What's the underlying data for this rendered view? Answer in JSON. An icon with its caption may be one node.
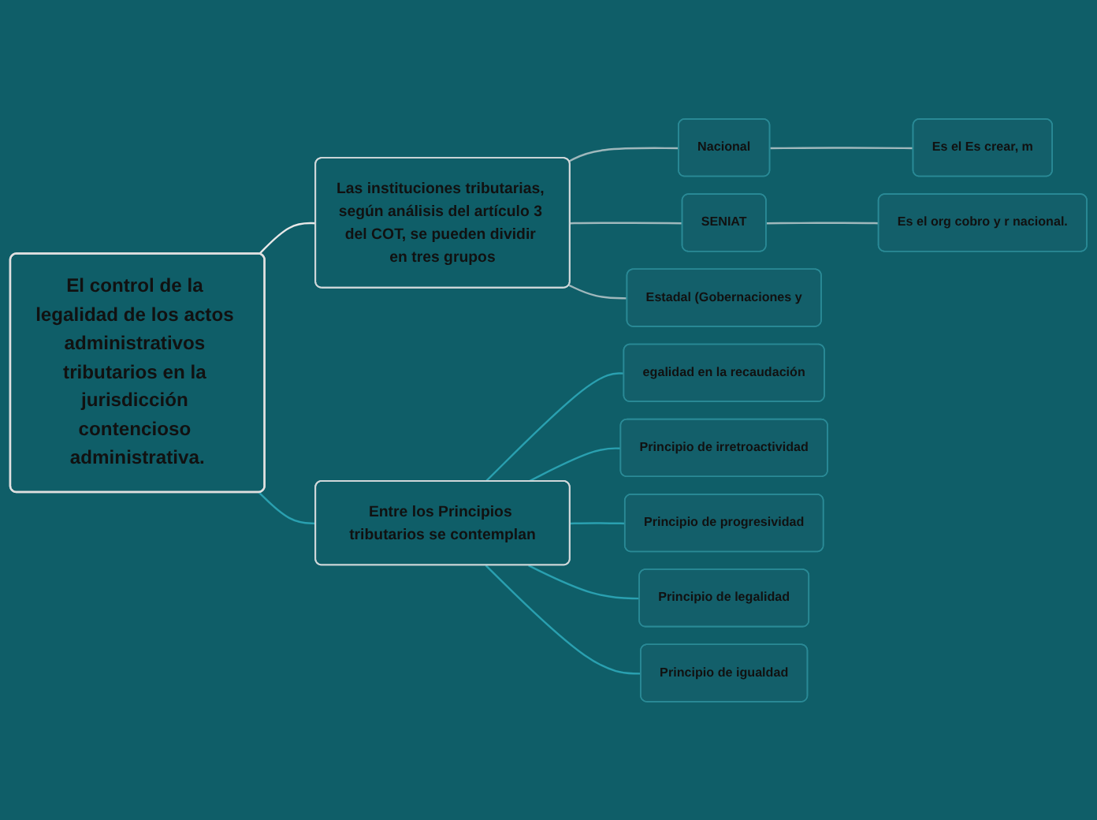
{
  "diagram": {
    "nodes": [
      {
        "text": [
          "El control de la legalidad de los actos administrativos tributarios en la jurisdicción contencioso administrativa."
        ]
      },
      {
        "text": [
          "Las instituciones tributarias, según análisis del artículo 3 del COT, se pueden dividir en tres grupos"
        ]
      },
      {
        "text": [
          "Nacional"
        ]
      },
      {
        "text": [
          "SENIAT"
        ]
      },
      {
        "text": [
          "Estadal (Gobernaciones y"
        ]
      },
      {
        "text": [
          "Es el Es crear, m"
        ]
      },
      {
        "text": [
          "Es el org cobro y r nacional."
        ]
      },
      {
        "text": [
          "Entre los Principios tributarios se contemplan"
        ]
      },
      {
        "text": [
          "egalidad en la recaudación"
        ]
      },
      {
        "text": [
          "Principio de irretroactividad"
        ]
      },
      {
        "text": [
          "Principio de progresividad"
        ]
      },
      {
        "text": [
          "Principio de legalidad"
        ]
      },
      {
        "text": [
          "Principio de igualdad"
        ]
      }
    ],
    "edges": [
      {
        "from": 0,
        "to": 1,
        "arrow": "none",
        "color": "#e8e8e8"
      },
      {
        "from": 1,
        "to": 2,
        "arrow": "none",
        "color": "#9fb8bc"
      },
      {
        "from": 1,
        "to": 3,
        "arrow": "none",
        "color": "#9fb8bc"
      },
      {
        "from": 1,
        "to": 4,
        "arrow": "none",
        "color": "#9fb8bc"
      },
      {
        "from": 2,
        "to": 5,
        "arrow": "none",
        "color": "#9fb8bc"
      },
      {
        "from": 3,
        "to": 6,
        "arrow": "none",
        "color": "#9fb8bc"
      },
      {
        "from": 0,
        "to": 7,
        "arrow": "none",
        "color": "#2aa0b0"
      },
      {
        "from": 7,
        "to": 8,
        "arrow": "none",
        "color": "#2aa0b0"
      },
      {
        "from": 7,
        "to": 9,
        "arrow": "none",
        "color": "#2aa0b0"
      },
      {
        "from": 7,
        "to": 10,
        "arrow": "none",
        "color": "#2aa0b0"
      },
      {
        "from": 7,
        "to": 11,
        "arrow": "none",
        "color": "#2aa0b0"
      },
      {
        "from": 7,
        "to": 12,
        "arrow": "none",
        "color": "#2aa0b0"
      }
    ]
  }
}
